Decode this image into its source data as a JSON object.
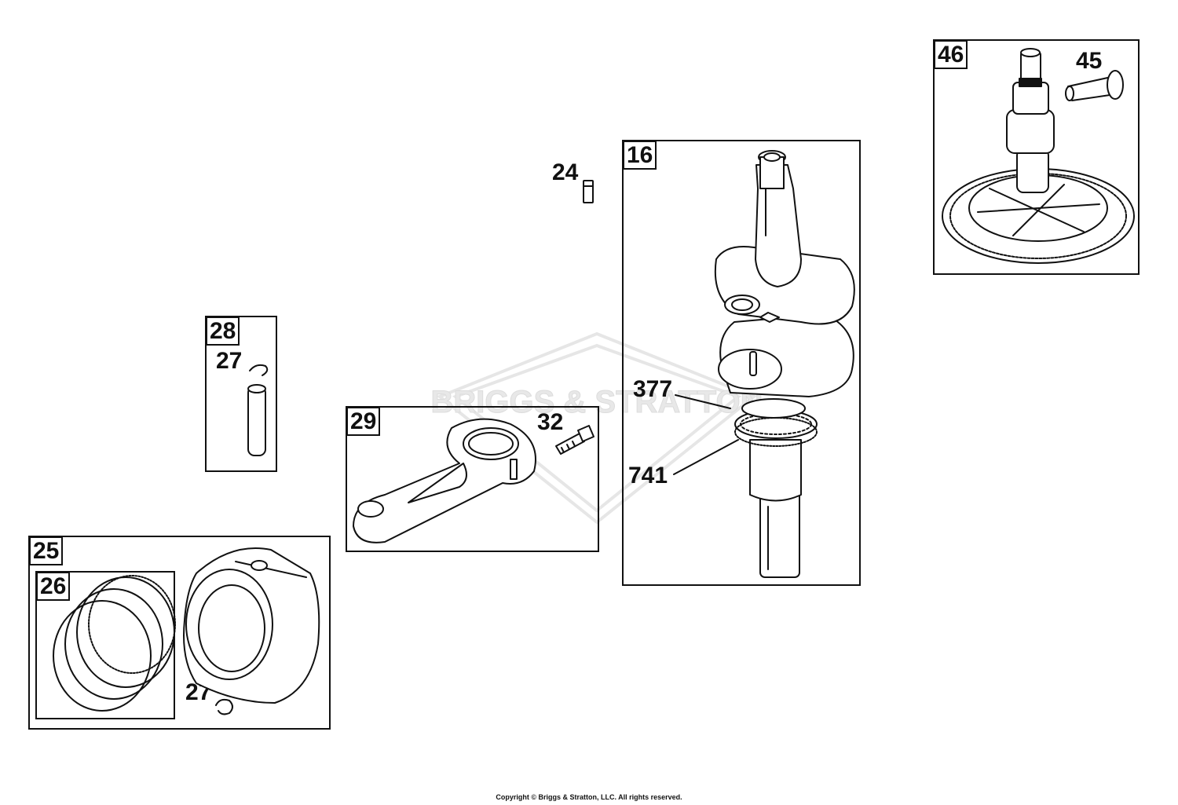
{
  "watermark": "BRIGGS & STRATTON",
  "boxes": {
    "b16": "16",
    "b25": "25",
    "b26": "26",
    "b28": "28",
    "b29": "29",
    "b46": "46"
  },
  "callouts": {
    "c24": "24",
    "c27a": "27",
    "c27b": "27",
    "c32": "32",
    "c45": "45",
    "c377": "377",
    "c741": "741"
  },
  "copyright": "Copyright © Briggs & Stratton, LLC. All rights reserved."
}
